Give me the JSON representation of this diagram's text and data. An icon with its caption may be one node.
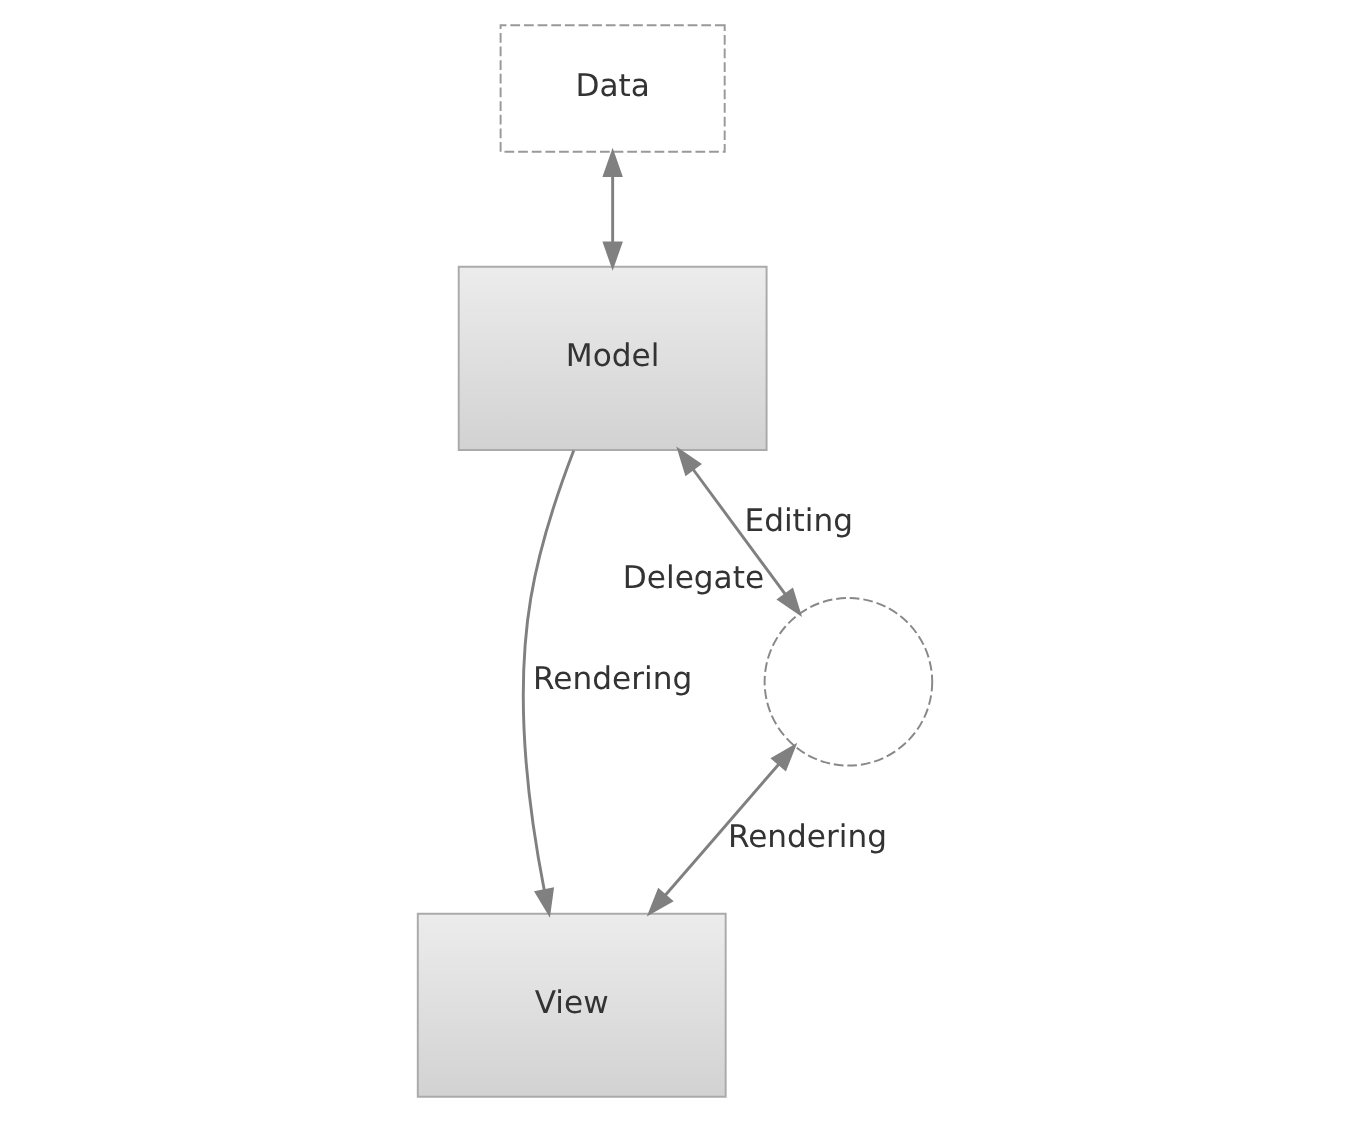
{
  "diagram": {
    "nodes": [
      {
        "text": [
          "Data"
        ]
      },
      {
        "text": [
          "Model"
        ]
      },
      {
        "text": [
          "View"
        ]
      },
      {
        "text": [],
        "shape": "circle",
        "beside": [
          "Delegate"
        ]
      }
    ],
    "edges": [
      {
        "from": 0,
        "to": 1,
        "arrow": "both"
      },
      {
        "from": 1,
        "to": 2,
        "label": "Rendering",
        "arrow": "to"
      },
      {
        "from": 1,
        "to": 3,
        "label": "Editing",
        "arrow": "both"
      },
      {
        "from": 3,
        "to": 2,
        "label": "Rendering",
        "arrow": "both"
      }
    ]
  }
}
